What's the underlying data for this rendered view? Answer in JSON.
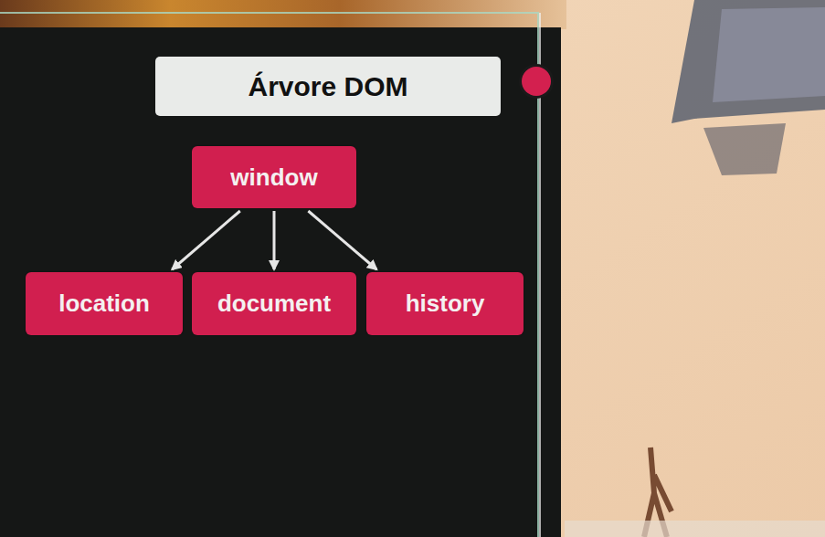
{
  "diagram": {
    "title": "Árvore DOM",
    "nodes": [
      {
        "text": [
          "window"
        ]
      },
      {
        "text": [
          "location"
        ]
      },
      {
        "text": [
          "document"
        ]
      },
      {
        "text": [
          "history"
        ]
      }
    ],
    "edges": [
      {
        "from": 0,
        "to": 1,
        "arrow": "to"
      },
      {
        "from": 0,
        "to": 2,
        "arrow": "to"
      },
      {
        "from": 0,
        "to": 3,
        "arrow": "to"
      }
    ]
  }
}
